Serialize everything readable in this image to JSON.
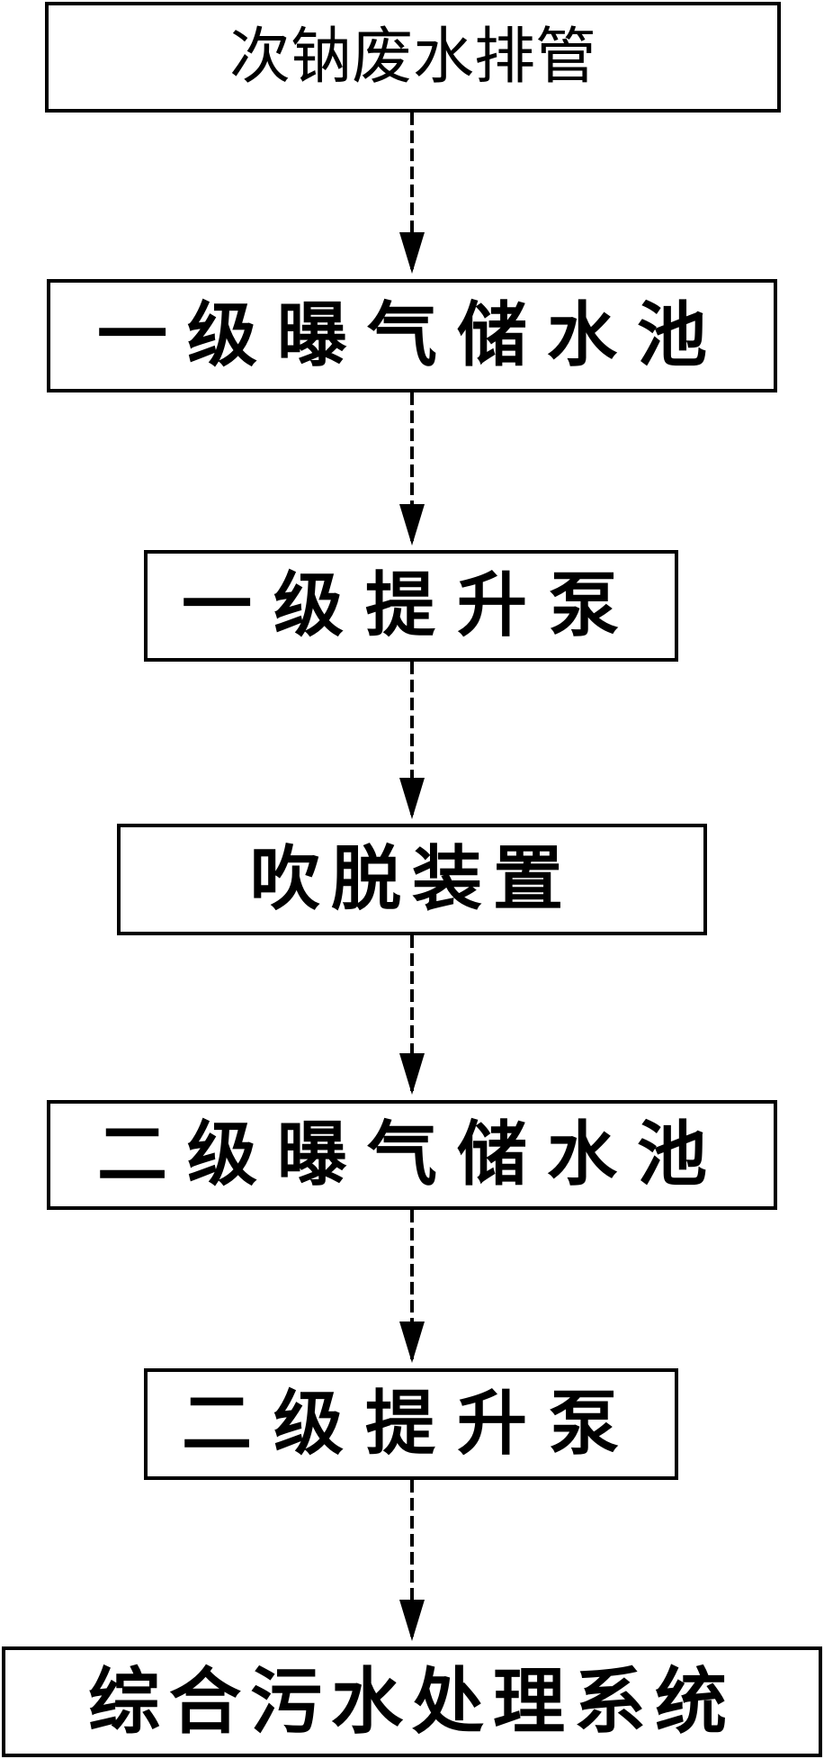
{
  "flowchart": {
    "nodes": [
      {
        "id": "n1",
        "label": "次钠废水排管"
      },
      {
        "id": "n2",
        "label": "一级曝气储水池"
      },
      {
        "id": "n3",
        "label": "一级提升泵"
      },
      {
        "id": "n4",
        "label": "吹脱装置"
      },
      {
        "id": "n5",
        "label": "二级曝气储水池"
      },
      {
        "id": "n6",
        "label": "二级提升泵"
      },
      {
        "id": "n7",
        "label": "综合污水处理系统"
      }
    ],
    "edges": [
      {
        "from": "n1",
        "to": "n2"
      },
      {
        "from": "n2",
        "to": "n3"
      },
      {
        "from": "n3",
        "to": "n4"
      },
      {
        "from": "n4",
        "to": "n5"
      },
      {
        "from": "n5",
        "to": "n6"
      },
      {
        "from": "n6",
        "to": "n7"
      }
    ],
    "colors": {
      "line": "#000000",
      "box_fill": "#ffffff",
      "background": "#ffffff"
    }
  }
}
